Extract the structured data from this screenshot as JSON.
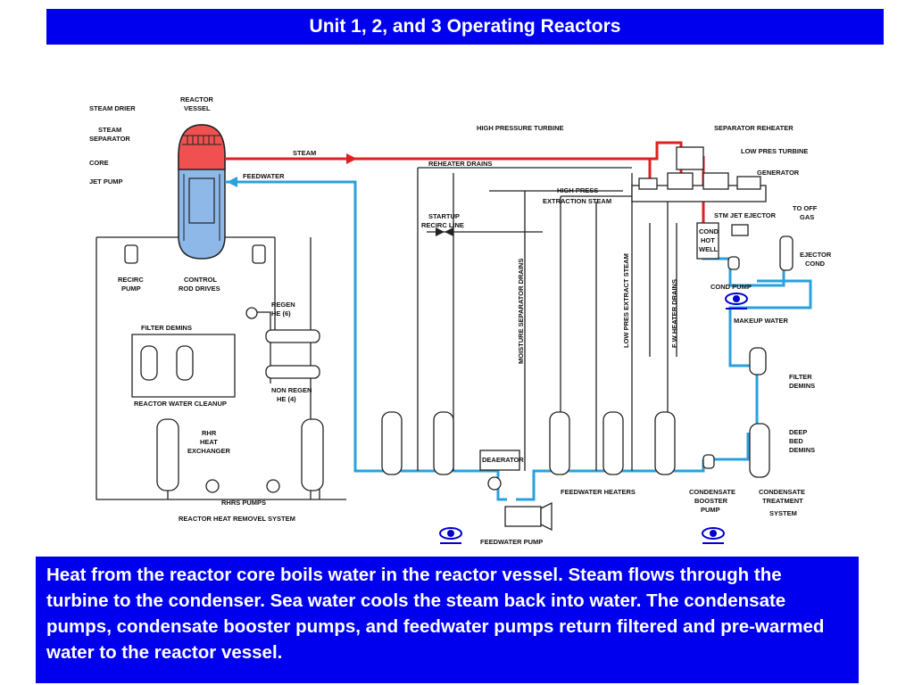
{
  "slide": {
    "title": "Unit 1, 2, and 3 Operating Reactors",
    "caption": "Heat from the reactor core boils water in the reactor vessel. Steam flows through the turbine to the condenser. Sea water cools the steam back into water. The condensate pumps, condensate booster pumps, and feedwater pumps return filtered and pre-warmed water to the reactor vessel."
  },
  "diagram": {
    "labels": {
      "steam_drier": "STEAM DRIER",
      "reactor_vessel_1": "REACTOR",
      "reactor_vessel_2": "VESSEL",
      "steam_separator_1": "STEAM",
      "steam_separator_2": "SEPARATOR",
      "core": "CORE",
      "jet_pump": "JET PUMP",
      "steam": "STEAM",
      "feedwater": "FEEDWATER",
      "reheater_drains": "REHEATER DRAINS",
      "high_pressure_turbine": "HIGH PRESSURE TURBINE",
      "separator_reheater": "SEPARATOR REHEATER",
      "low_pres_turbine": "LOW PRES TURBINE",
      "generator": "GENERATOR",
      "high_press_extraction_1": "HIGH PRESS",
      "high_press_extraction_2": "EXTRACTION STEAM",
      "startup_recirc_1": "STARTUP",
      "startup_recirc_2": "RECIRC LINE",
      "stm_jet_ejector": "STM JET EJECTOR",
      "to_off_gas_1": "TO OFF",
      "to_off_gas_2": "GAS",
      "cond_hot_well_1": "COND",
      "cond_hot_well_2": "HOT",
      "cond_hot_well_3": "WELL",
      "ejector_cond_1": "EJECTOR",
      "ejector_cond_2": "COND",
      "cond_pump": "COND PUMP",
      "makeup_water": "MAKEUP WATER",
      "recirc_pump_1": "RECIRC",
      "recirc_pump_2": "PUMP",
      "control_rod_drives_1": "CONTROL",
      "control_rod_drives_2": "ROD DRIVES",
      "filter_demins": "FILTER DEMINS",
      "regen_he_1": "REGEN",
      "regen_he_2": "HE (6)",
      "non_regen_he_1": "NON REGEN",
      "non_regen_he_2": "HE (4)",
      "reactor_water_cleanup": "REACTOR WATER CLEANUP",
      "rhr_1": "RHR",
      "rhr_2": "HEAT",
      "rhr_3": "EXCHANGER",
      "rhrs_pumps": "RHRS PUMPS",
      "reactor_heat_removal": "REACTOR HEAT REMOVEL SYSTEM",
      "moisture_separator_drains": "MOISTURE SEPARATOR DRAINS",
      "low_pres_extract_steam": "LOW PRES EXTRACT STEAM",
      "fw_heater_drains": "F W HEATER DRAINS",
      "deaerator": "DEAERATOR",
      "feedwater_heaters": "FEEDWATER HEATERS",
      "feedwater_pump": "FEEDWATER PUMP",
      "condensate_booster_1": "CONDENSATE",
      "condensate_booster_2": "BOOSTER",
      "condensate_booster_3": "PUMP",
      "condensate_treatment_1": "CONDENSATE",
      "condensate_treatment_2": "TREATMENT",
      "condensate_treatment_3": "SYSTEM",
      "filter_demins_right_1": "FILTER",
      "filter_demins_right_2": "DEMINS",
      "deep_bed_1": "DEEP",
      "deep_bed_2": "BED",
      "deep_bed_3": "DEMINS"
    },
    "colors": {
      "steam": "#e02020",
      "water": "#2aa0dd",
      "vessel_top": "#f05050",
      "vessel_bottom": "#8db8e8"
    }
  }
}
